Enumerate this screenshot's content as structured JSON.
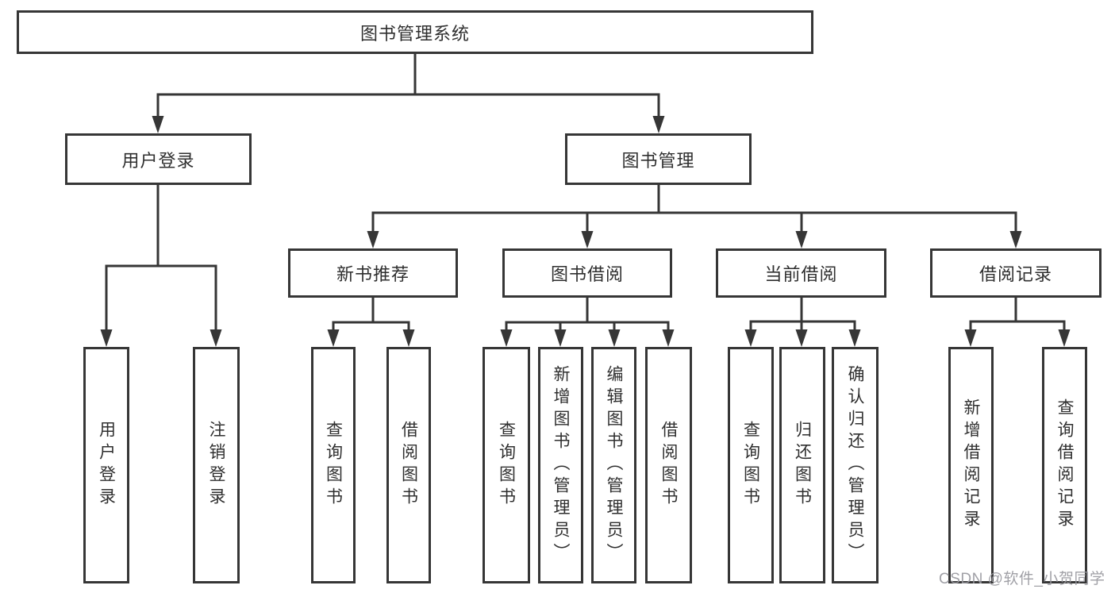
{
  "tree": {
    "label": "图书管理系统",
    "children": [
      {
        "label": "用户登录",
        "children": [
          {
            "label": "用户登录"
          },
          {
            "label": "注销登录"
          }
        ]
      },
      {
        "label": "图书管理",
        "children": [
          {
            "label": "新书推荐",
            "children": [
              {
                "label": "查询图书"
              },
              {
                "label": "借阅图书"
              }
            ]
          },
          {
            "label": "图书借阅",
            "children": [
              {
                "label": "查询图书"
              },
              {
                "label": "新增图书（管理员）"
              },
              {
                "label": "编辑图书（管理员）"
              },
              {
                "label": "借阅图书"
              }
            ]
          },
          {
            "label": "当前借阅",
            "children": [
              {
                "label": "查询图书"
              },
              {
                "label": "归还图书"
              },
              {
                "label": "确认归还（管理员）"
              }
            ]
          },
          {
            "label": "借阅记录",
            "children": [
              {
                "label": "新增借阅记录"
              },
              {
                "label": "查询借阅记录"
              }
            ]
          }
        ]
      }
    ]
  },
  "watermark": {
    "text": "CSDN @软件_小贺同学"
  },
  "colors": {
    "line": "#363636",
    "box_border": "#363636",
    "text": "#2f2f2f",
    "watermark": "#98989e",
    "background": "#ffffff"
  }
}
